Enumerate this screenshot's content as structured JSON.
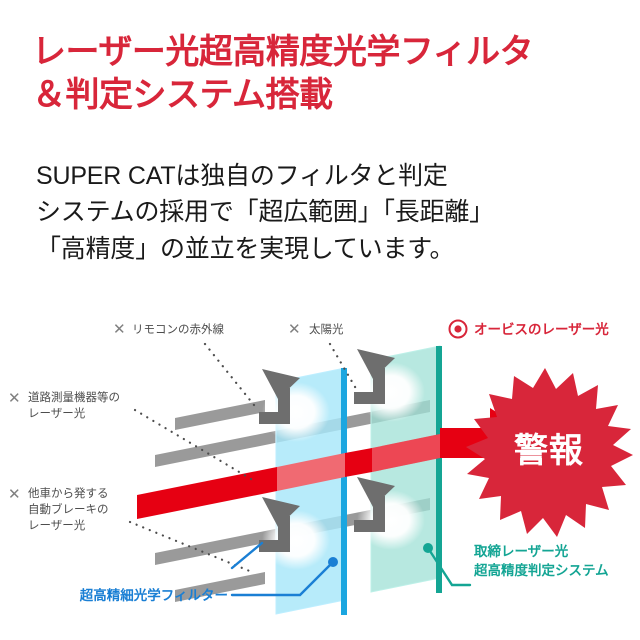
{
  "headline": {
    "line1": "レーザー光超高精度光学フィルタ",
    "line2": "＆判定システム搭載",
    "color": "#d8263a",
    "text": "レーザー光超高精度光学フィルタ\n＆判定システム搭載"
  },
  "body": {
    "line1": "SUPER CATは独自のフィルタと判定",
    "line2": "システムの採用で「超広範囲」「長距離」",
    "line3": "「高精度」の並立を実現しています。",
    "text": "SUPER CATは独自のフィルタと判定\nシステムの採用で「超広範囲」「長距離」\n「高精度」の並立を実現しています。"
  },
  "diagram": {
    "blocked_marker": "✕",
    "passed_marker": "◎",
    "labels": {
      "remote_ir": "リモコンの赤外線",
      "sunlight": "太陽光",
      "orbis_laser": "オービスのレーザー光",
      "road_survey_l1": "道路測量機器等の",
      "road_survey_l2": "レーザー光",
      "other_car_l1": "他車から発する",
      "other_car_l2": "自動ブレーキの",
      "other_car_l3": "レーザー光",
      "optical_filter": "超高精細光学フィルター",
      "judgement_l1": "取締レーザー光",
      "judgement_l2": "超高精度判定システム"
    },
    "badge": {
      "text": "警報",
      "fill": "#d8263a"
    },
    "colors": {
      "beam_blocked": "#9a9a9a",
      "beam_pass": "#e60012",
      "filter_panel": "#7fdcf5",
      "filter_edge": "#1ba6e0",
      "judge_panel": "#7fd9cf",
      "judge_edge": "#14a594",
      "label_gray": "#4d4d4d",
      "label_blue": "#1a7fd4",
      "label_teal": "#14a594",
      "label_red": "#d8263a"
    }
  }
}
